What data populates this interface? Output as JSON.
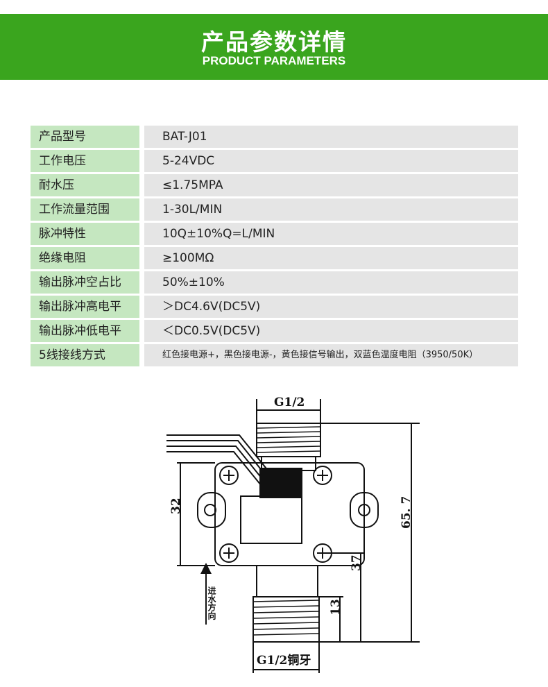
{
  "header": {
    "title_cn": "产品参数详情",
    "title_en": "PRODUCT PARAMETERS"
  },
  "params": [
    {
      "label": "产品型号",
      "value": "BAT-J01"
    },
    {
      "label": "工作电压",
      "value": "5-24VDC"
    },
    {
      "label": "耐水压",
      "value": "≤1.75MPA"
    },
    {
      "label": "工作流量范围",
      "value": "1-30L/MIN"
    },
    {
      "label": "脉冲特性",
      "value": "10Q±10%Q=L/MIN"
    },
    {
      "label": "绝缘电阻",
      "value": "≥100MΩ"
    },
    {
      "label": "输出脉冲空占比",
      "value": "50%±10%"
    },
    {
      "label": "输出脉冲高电平",
      "value": "＞DC4.6V(DC5V)"
    },
    {
      "label": "输出脉冲低电平",
      "value": "＜DC0.5V(DC5V)"
    },
    {
      "label": "5线接线方式",
      "value": "红色接电源+，黑色接电源-，黄色接信号输出，双蓝色温度电阻（3950/50K）"
    }
  ],
  "drawing": {
    "top_thread_label": "G1/2",
    "bottom_thread_label": "G1/2铜牙",
    "dim_32": "32",
    "dim_37": "37",
    "dim_13": "13",
    "dim_65_7": "65. 7",
    "flow_direction_label": "进水方向"
  }
}
